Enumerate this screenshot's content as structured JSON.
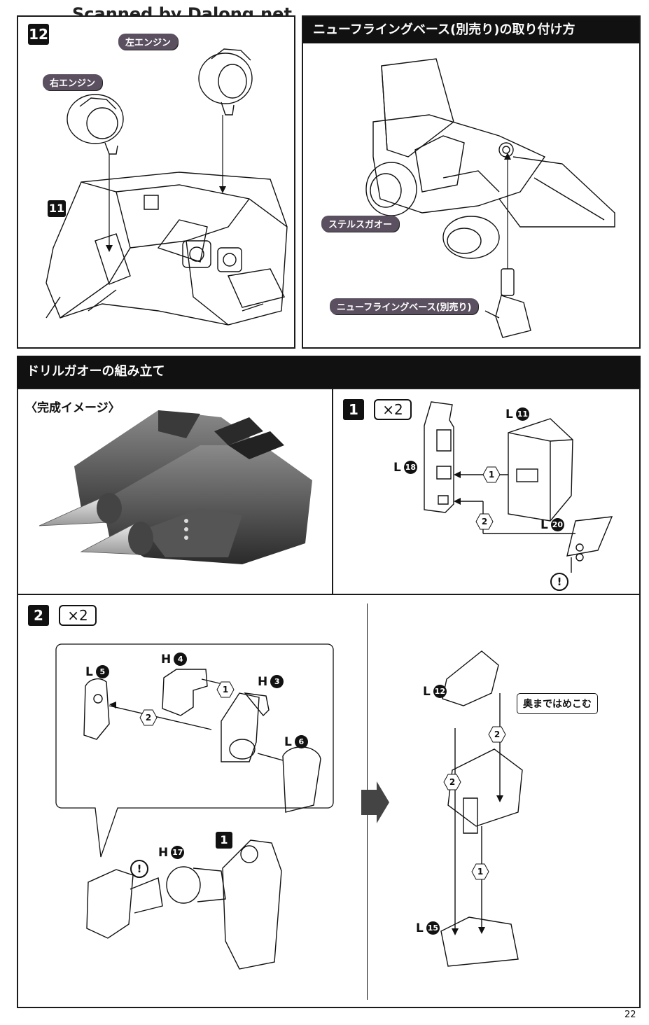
{
  "watermark": "Scanned by Dalong.net",
  "page_number": "22",
  "step12": {
    "number": "12",
    "sub_number": "11",
    "left_engine_label": "左エンジン",
    "right_engine_label": "右エンジン"
  },
  "flying_base": {
    "header": "ニューフライングベース(別売り)の取り付け方",
    "stealth_label": "ステルスガオー",
    "base_label": "ニューフライングベース(別売り)"
  },
  "drill": {
    "header": "ドリルガオーの組み立て",
    "completed_label": "〈完成イメージ〉"
  },
  "step1": {
    "number": "1",
    "multiplier": "×2",
    "parts": [
      {
        "letter": "L",
        "num": "11"
      },
      {
        "letter": "L",
        "num": "18"
      },
      {
        "letter": "L",
        "num": "20"
      }
    ],
    "order": [
      "1",
      "2"
    ],
    "warning": "!"
  },
  "step2": {
    "number": "2",
    "multiplier": "×2",
    "parts": [
      {
        "letter": "H",
        "num": "4"
      },
      {
        "letter": "L",
        "num": "5"
      },
      {
        "letter": "H",
        "num": "3"
      },
      {
        "letter": "L",
        "num": "6"
      },
      {
        "letter": "H",
        "num": "17"
      },
      {
        "letter": "L",
        "num": "12"
      },
      {
        "letter": "L",
        "num": "15"
      }
    ],
    "order": [
      "1",
      "2"
    ],
    "warning": "!",
    "sub_step": "1",
    "callout": "奥まではめこむ"
  },
  "colors": {
    "ink": "#111111",
    "pill": "#5b5060",
    "paper": "#ffffff"
  }
}
